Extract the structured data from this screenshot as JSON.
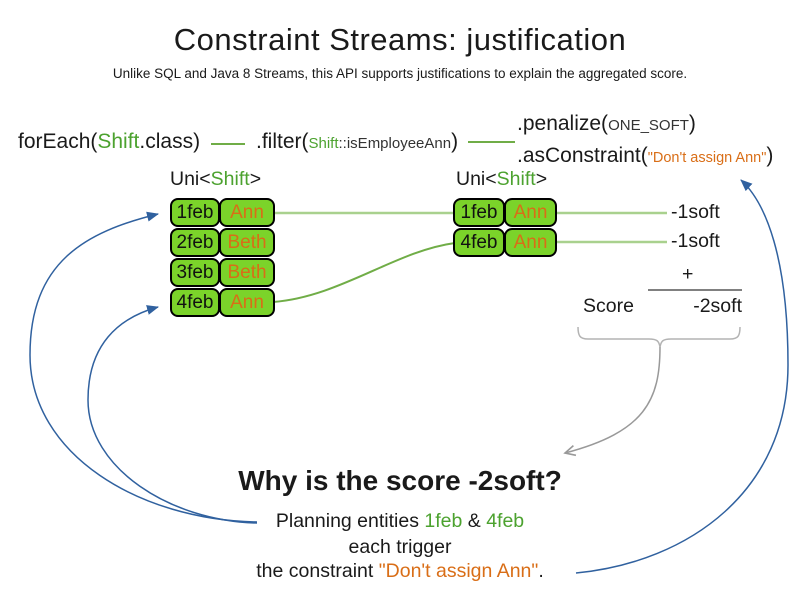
{
  "title": "Constraint Streams: justification",
  "subtitle": "Unlike SQL and Java 8 Streams, this API supports justifications to explain the aggregated score.",
  "code": {
    "foreach_pre": "forEach(",
    "foreach_class": "Shift",
    "foreach_post": ".class)",
    "filter_pre": ".filter(",
    "filter_class": "Shift",
    "filter_method": "::isEmployeeAnn",
    "filter_post": ")",
    "penalize_pre": ".penalize(",
    "penalize_arg": "ONE_SOFT",
    "penalize_post": ")",
    "asconstraint_pre": ".asConstraint(",
    "asconstraint_arg": "\"Don't assign Ann\"",
    "asconstraint_post": ")"
  },
  "left_group": {
    "label_pre": "Uni<",
    "label_type": "Shift",
    "label_post": ">",
    "rows": [
      {
        "date": "1feb",
        "employee": "Ann"
      },
      {
        "date": "2feb",
        "employee": "Beth"
      },
      {
        "date": "3feb",
        "employee": "Beth"
      },
      {
        "date": "4feb",
        "employee": "Ann"
      }
    ]
  },
  "right_group": {
    "label_pre": "Uni<",
    "label_type": "Shift",
    "label_post": ">",
    "rows": [
      {
        "date": "1feb",
        "employee": "Ann"
      },
      {
        "date": "4feb",
        "employee": "Ann"
      }
    ]
  },
  "scores": {
    "row_scores": [
      "-1soft",
      "-1soft"
    ],
    "plus": "+",
    "score_label": "Score",
    "total": "-2soft"
  },
  "explanation": {
    "heading": "Why is the score -2soft?",
    "line1_pre": "Planning entities ",
    "line1_entity1": "1feb",
    "line1_amp": " & ",
    "line1_entity2": "4feb",
    "line2": "each trigger",
    "line3_pre": "the constraint ",
    "line3_constraint": "\"Don't assign Ann\"",
    "line3_post": "."
  },
  "colors": {
    "text": "#1a1a1a",
    "green_text": "#4ca22f",
    "box_fill": "#7bd32a",
    "box_border": "#000000",
    "light_green_line": "#a9d18e",
    "medium_green_line": "#70ad47",
    "orange": "#d96e17",
    "blue_arrow": "#30619f",
    "gray_arrow": "#999999",
    "brace_gray": "#b3b3b3",
    "sum_line_gray": "#808080"
  }
}
